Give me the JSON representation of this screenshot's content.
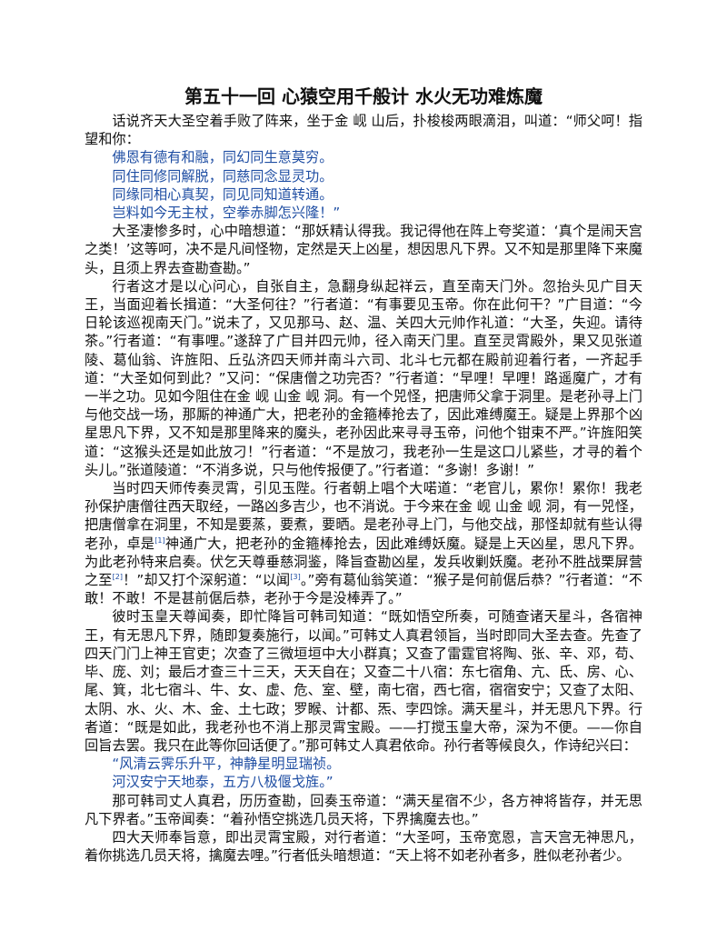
{
  "title": "第五十一回 心猿空用千般计 水火无功难炼魔",
  "p1": "话说齐天大圣空着手败了阵来，坐于金 岘 山后，扑梭梭两眼滴泪，叫道：“师父呵！指望和你：",
  "poem1": [
    "佛恩有德有和融，同幻同生意莫穷。",
    "同住同修同解脱，同慈同念显灵功。",
    "同缘同相心真契，同见同知道转通。",
    "岂料如今无主杖，空拳赤脚怎兴隆！”"
  ],
  "p2": "大圣凄惨多时，心中暗想道：“那妖精认得我。我记得他在阵上夸奖道：‘真个是闹天宫之类！’这等呵，决不是凡间怪物，定然是天上凶星，想因思凡下界。又不知是那里降下来魔头，且须上界去查勘查勘。”",
  "p3": "行者这才是以心问心，自张自主，急翻身纵起祥云，直至南天门外。忽抬头见广目天王，当面迎着长揖道：“大圣何往？”行者道：“有事要见玉帝。你在此何干？”广目道：“今日轮该巡视南天门。”说未了，又见那马、赵、温、关四大元帅作礼道：“大圣，失迎。请待茶。”行者道：“有事哩。”遂辞了广目并四元帅，径入南天门里。直至灵霄殿外，果又见张道陵、葛仙翁、许旌阳、丘弘济四天师并南斗六司、北斗七元都在殿前迎着行者，一齐起手道：“大圣如何到此？”又问：“保唐僧之功完否？”行者道：“早哩！早哩！路遥魔广，才有一半之功。见如今阻住在金 岘 山金 岘 洞。有一个兕怪，把唐师父拿于洞里。是老孙寻上门与他交战一场，那厮的神通广大，把老孙的金箍棒抢去了，因此难缚魔王。疑是上界那个凶星思凡下界，又不知是那里降来的魔头，老孙因此来寻寻玉帝，问他个钳束不严。”许旌阳笑道：“这猴头还是如此放刁！”行者道：“不是放刁，我老孙一生是这口儿紧些，才寻的着个头儿。”张道陵道：“不消多说，只与他传报便了。”行者道：“多谢！多谢！”",
  "p4": {
    "a": "当时四天师传奏灵霄，引见玉陛。行者朝上唱个大喏道：“老官儿，累你！累你！我老孙保护唐僧往西天取经，一路凶多吉少，也不消说。于今来在金 岘 山金 岘 洞，有一兕怪，把唐僧拿在洞里，不知是要蒸，要煮，要晒。是老孙寻上门，与他交战，那怪却就有些认得老孙，卓是",
    "n1": "[1]",
    "b": "神通广大，把老孙的金箍棒抢去，因此难缚妖魔。疑是上天凶星，思凡下界。为此老孙特来启奏。伏乞天尊垂慈洞鉴，降旨查勘凶星，发兵收剿妖魔。老孙不胜战栗屏营之至",
    "n2": "[2]",
    "c": "！”却又打个深躬道：“以闻",
    "n3": "[3]",
    "d": "。”旁有葛仙翁笑道：“猴子是何前倨后恭？”行者道：“不敢！不敢！不是甚前倨后恭，老孙于今是没棒弄了。”"
  },
  "p5": "彼时玉皇天尊闻奏，即忙降旨可韩司知道：“既如悟空所奏，可随查诸天星斗，各宿神王，有无思凡下界，随即复奏施行，以闻。”可韩丈人真君领旨，当时即同大圣去查。先查了四天门门上神王官吏；次查了三微垣垣中大小群真；又查了雷霆官将陶、张、辛、邓，苟、毕、庞、刘；最后才查三十三天，天天自在；又查二十八宿：东七宿角、亢、氐、房、心、尾、箕，北七宿斗、牛、女、虚、危、室、壁，南七宿，西七宿，宿宿安宁；又查了太阳、太阴、水、火、木、金、土七政；罗睺、计都、炁、孛四馀。满天星斗，并无思凡下界。行者道：“既是如此，我老孙也不消上那灵霄宝殿。——打搅玉皇大帝，深为不便。——你自回旨去罢。我只在此等你回话便了。”那可韩丈人真君依命。孙行者等候良久，作诗纪兴曰：",
  "poem2": [
    "“风清云霁乐升平，神静星明显瑞祯。",
    "河汉安宁天地泰，五方八极偃戈旌。”"
  ],
  "p6": "那可韩司丈人真君，历历查勘，回奏玉帝道：“满天星宿不少，各方神将皆存，并无思凡下界者。”玉帝闻奏：“着孙悟空挑选几员天将，下界擒魔去也。”",
  "p7": "四大天师奉旨意，即出灵霄宝殿，对行者道：“大圣呵，玉帝宽恩，言天宫无神思凡，着你挑选几员天将，擒魔去哩。”行者低头暗想道：“天上将不如老孙者多，胜似老孙者少。"
}
